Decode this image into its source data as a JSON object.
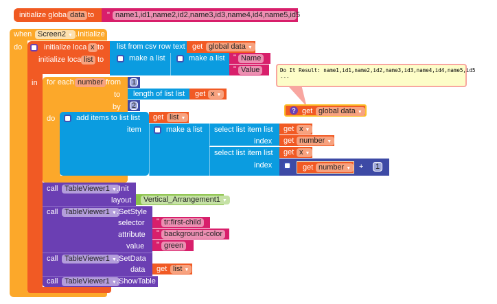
{
  "global_init": {
    "label": "initialize globa",
    "var_name": "data",
    "to": "to",
    "value": "name1,id1,name2,id2,name3,id3,name4,id4,name5,id5"
  },
  "event": {
    "when": "when",
    "component": "Screen2",
    "event_name": ".Initialize",
    "do": "do"
  },
  "locals": {
    "label1": "initialize loca",
    "var1": "x",
    "to": "to",
    "label2": "initialize loca",
    "var2": "list",
    "in": "in",
    "csv_label": "list from csv row  text",
    "get": "get",
    "global_data": "global data",
    "make_list": "make a list",
    "name_str": "Name",
    "value_str": "Value"
  },
  "loop": {
    "for_each": "for each",
    "var": "number",
    "from": "from",
    "from_val": "1",
    "to": "to",
    "length_label": "length of list list",
    "get": "get",
    "x": "x",
    "by": "by",
    "by_val": "2",
    "do": "do"
  },
  "add_items": {
    "label": "add items to list  list",
    "item": "item",
    "get": "get",
    "list_var": "list",
    "make_list": "make a list",
    "select1": "select list item  list",
    "index": "index",
    "x": "x",
    "number": "number",
    "select2": "select list item  list",
    "plus": "+",
    "one": "1"
  },
  "calls": [
    {
      "call": "call",
      "component": "TableViewer1",
      "method": ".Init",
      "params": [
        {
          "name": "layout",
          "value": "Vertical_Arrangement1"
        }
      ]
    },
    {
      "call": "call",
      "component": "TableViewer1",
      "method": ".SetStyle",
      "params": [
        {
          "name": "selector",
          "value": "tr:first-child"
        },
        {
          "name": "attribute",
          "value": "background-color"
        },
        {
          "name": "value",
          "value": "green"
        }
      ]
    },
    {
      "call": "call",
      "component": "TableViewer1",
      "method": ".SetData",
      "params": [
        {
          "name": "data",
          "get": "get",
          "value": "list"
        }
      ]
    },
    {
      "call": "call",
      "component": "TableViewer1",
      "method": ".ShowTable"
    }
  ],
  "do_it": {
    "result": "Do It Result: name1,id1,name2,id2,name3,id3,name4,id4,name5,id5",
    "separator": "---",
    "get": "get",
    "var": "global data"
  },
  "colors": {
    "variables": "#f15a24",
    "control": "#fca82a",
    "lists": "#0b9ce0",
    "text": "#d81f6b",
    "components": "#6b3fb3",
    "math": "#3d4aa5",
    "component_ref": "#8bc34a"
  }
}
